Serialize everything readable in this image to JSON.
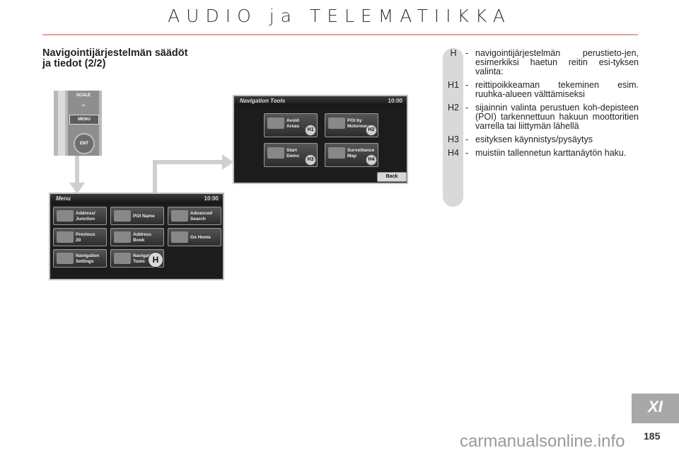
{
  "header": {
    "title": "AUDIO ja TELEMATIIKKA"
  },
  "section": {
    "title_line1": "Navigointijärjestelmän säädöt",
    "title_line2": "ja tiedot (2/2)"
  },
  "legend": [
    {
      "code": "H",
      "text": "navigointijärjestelmän perustieto-jen, esimerkiksi haetun reitin esi-tyksen valinta:"
    },
    {
      "code": "H1",
      "text": "reittipoikkeaman tekeminen esim. ruuhka-alueen välttämiseksi"
    },
    {
      "code": "H2",
      "text": "sijainnin valinta perustuen koh-depisteen (POI) tarkennettuun hakuun moottoritien varrella tai liittymän lähellä"
    },
    {
      "code": "H3",
      "text": "esityksen käynnistys/pysäytys"
    },
    {
      "code": "H4",
      "text": "muistiin tallennetun karttanäytön haku."
    }
  ],
  "legend_dash": "-",
  "control_panel": {
    "scale": "SCALE",
    "menu": "MENU",
    "ent": "ENT"
  },
  "menu_screen": {
    "title": "Menu",
    "time": "10:00",
    "buttons": [
      "Address/\nJunction",
      "POI Name",
      "Advanced\nSearch",
      "Previous\n20",
      "Address\nBook",
      "Go Home",
      "Navigation\nSettings",
      "Navigation\nTools"
    ],
    "badge": "H"
  },
  "tools_screen": {
    "title": "Navigation Tools",
    "time": "10:00",
    "buttons": [
      {
        "label": "Avoid\nAreas",
        "badge": "H1"
      },
      {
        "label": "POI by\nMotorway",
        "badge": "H2"
      },
      {
        "label": "Start\nDemo",
        "badge": "H3"
      },
      {
        "label": "Surveillance\nMap",
        "badge": "H4"
      }
    ],
    "back": "Back"
  },
  "chapter_tab": "XI",
  "page_number": "185",
  "watermark": "carmanualsonline.info"
}
